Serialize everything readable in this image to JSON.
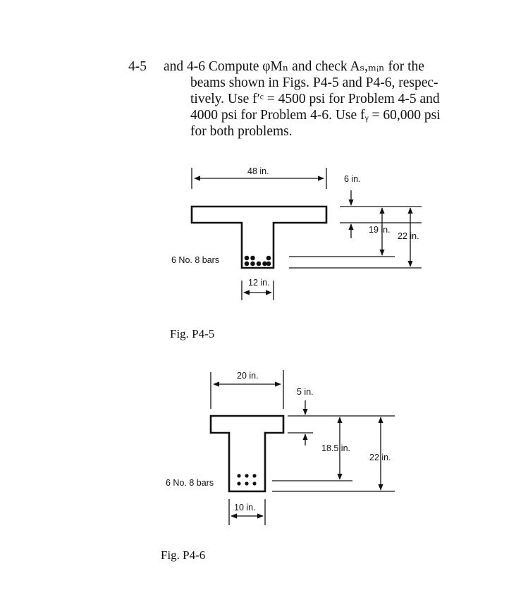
{
  "problem": {
    "number": "4-5",
    "lines": [
      "and 4-6 Compute φMₙ and check Aₛ,ₘᵢₙ for the",
      "beams shown in Figs. P4-5 and P4-6, respec-",
      "tively. Use f′ᶜ = 4500 psi for Problem 4-5 and",
      "4000 psi for Problem 4-6. Use fᵧ = 60,000 psi",
      "for both problems."
    ]
  },
  "fig_p4_5": {
    "caption": "Fig. P4-5",
    "flange_width": "48 in.",
    "flange_thickness": "6 in.",
    "effective_depth": "19 in.",
    "total_depth": "22 in.",
    "web_width": "12 in.",
    "bars": "6 No. 8 bars"
  },
  "fig_p4_6": {
    "caption": "Fig. P4-6",
    "flange_width": "20 in.",
    "flange_thickness": "5 in.",
    "effective_depth": "18.5 in.",
    "total_depth": "22 in.",
    "web_width": "10 in.",
    "bars": "6 No. 8 bars"
  }
}
